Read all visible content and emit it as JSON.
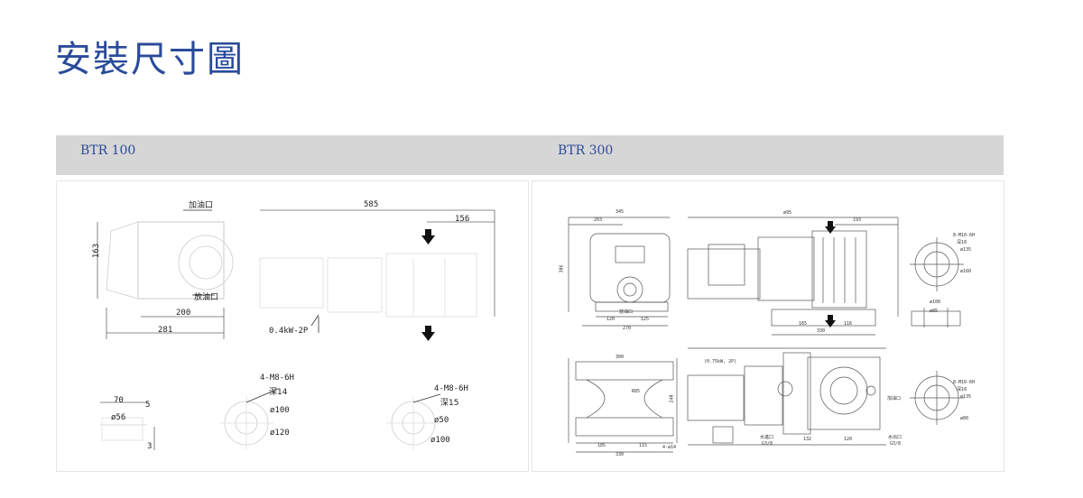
{
  "page": {
    "title": "安裝尺寸圖"
  },
  "models": [
    {
      "name": "BTR 100"
    },
    {
      "name": "BTR 300"
    }
  ],
  "btr100": {
    "labels": {
      "oil_fill": "加油口",
      "oil_drain": "放油口",
      "dim_585": "585",
      "dim_156": "156",
      "dim_163": "163",
      "dim_200": "200",
      "dim_281": "281",
      "motor": "0.4kW-2P",
      "dim_70": "70",
      "dim_5": "5",
      "dim_phi56": "ø56",
      "dim_3": "3",
      "flange1_thread": "4-M8-6H",
      "flange1_depth": "深14",
      "flange1_phi100": "ø100",
      "flange1_phi120": "ø120",
      "flange2_thread": "4-M8-6H",
      "flange2_depth": "深15",
      "flange2_phi50": "ø50",
      "flange2_phi100": "ø100"
    }
  },
  "btr300": {
    "labels": {
      "dim_345": "345",
      "dim_203": "203",
      "dim_695": "ø95",
      "dim_193": "193",
      "dim_306": "306",
      "dim_120": "120",
      "dim_125": "125",
      "dim_270": "270",
      "dim_165": "165",
      "dim_330": "330",
      "dim_116": "116",
      "drain": "放油口",
      "flange_thread": "8-M10-6H",
      "flange_depth": "深16",
      "flange_phi135": "ø135",
      "flange_phi160": "ø160",
      "dim_phi100": "ø100",
      "dim_phi85": "ø85",
      "dim_300": "300",
      "dim_240": "240",
      "dim_phi85b": "R85",
      "dim_185": "185",
      "dim_115": "115",
      "dim_330b": "330",
      "dim_holes": "4-ø14",
      "motor": "(0.75kW, 2P)",
      "water_in": "水進口",
      "water_in_size": "G3/8",
      "water_out": "水出口",
      "water_out_size": "G3/8",
      "dim_132": "132",
      "dim_120b": "120",
      "oil_fill": "加油口",
      "flange2_thread": "8-M10-6H",
      "flange2_depth": "深16",
      "flange2_phi135": "ø135",
      "flange2_phi80": "ø80"
    }
  },
  "colors": {
    "title": "#2a4b9b",
    "bar": "#d6d6d6",
    "line": "#444444"
  }
}
